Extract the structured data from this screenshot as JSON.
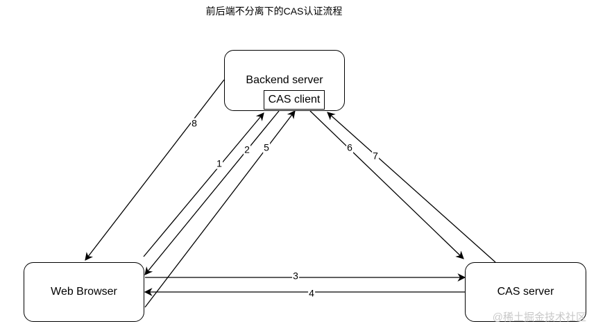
{
  "title": "前后端不分离下的CAS认证流程",
  "nodes": {
    "backend": "Backend server",
    "cas_client": "CAS client",
    "browser": "Web Browser",
    "cas_server": "CAS server"
  },
  "edges": [
    {
      "id": "1",
      "label": "1",
      "from": "Web Browser",
      "to": "CAS client"
    },
    {
      "id": "2",
      "label": "2",
      "from": "CAS client",
      "to": "Web Browser"
    },
    {
      "id": "3",
      "label": "3",
      "from": "Web Browser",
      "to": "CAS server"
    },
    {
      "id": "4",
      "label": "4",
      "from": "CAS server",
      "to": "Web Browser"
    },
    {
      "id": "5",
      "label": "5",
      "from": "Web Browser",
      "to": "CAS client"
    },
    {
      "id": "6",
      "label": "6",
      "from": "CAS client",
      "to": "CAS server"
    },
    {
      "id": "7",
      "label": "7",
      "from": "CAS server",
      "to": "CAS client"
    },
    {
      "id": "8",
      "label": "8",
      "from": "Backend server",
      "to": "Web Browser"
    }
  ],
  "watermark": "@稀土掘金技术社区",
  "colors": {
    "stroke": "#000000",
    "background": "#ffffff",
    "watermark": "#c8c8c8"
  }
}
